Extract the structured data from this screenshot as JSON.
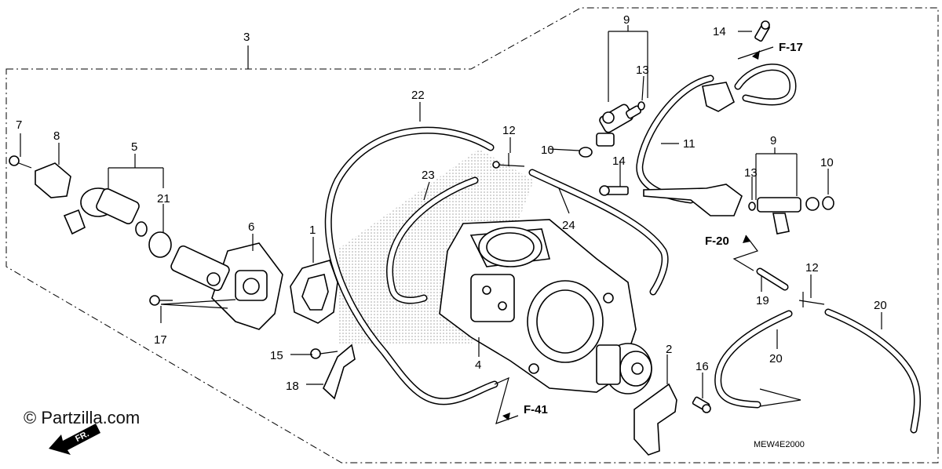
{
  "callouts": {
    "c1": "1",
    "c2": "2",
    "c3": "3",
    "c4": "4",
    "c5": "5",
    "c6": "6",
    "c7": "7",
    "c8": "8",
    "c9a": "9",
    "c9b": "9",
    "c10a": "10",
    "c10b": "10",
    "c11": "11",
    "c12a": "12",
    "c12b": "12",
    "c13a": "13",
    "c13b": "13",
    "c14a": "14",
    "c14b": "14",
    "c15": "15",
    "c16": "16",
    "c17": "17",
    "c18": "18",
    "c19": "19",
    "c20a": "20",
    "c20b": "20",
    "c21": "21",
    "c22": "22",
    "c23": "23",
    "c24": "24"
  },
  "references": {
    "f17": "F-17",
    "f20": "F-20",
    "f41": "F-41"
  },
  "diagram_code": "MEW4E2000",
  "watermark": "© Partzilla.com",
  "front_arrow": "FR."
}
